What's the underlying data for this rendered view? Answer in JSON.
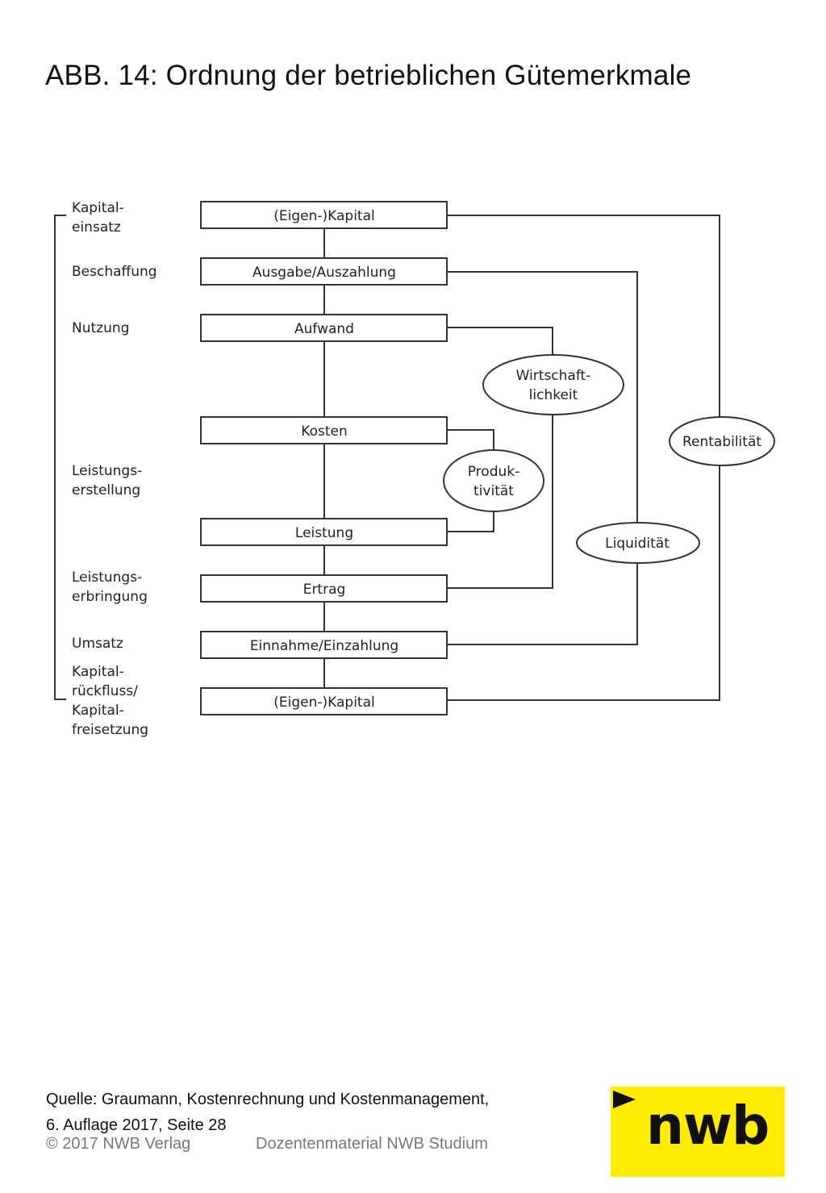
{
  "title": "ABB. 14: Ordnung der betrieblichen Gütemerkmale",
  "phases": [
    {
      "lines": [
        "Kapital-",
        "einsatz"
      ]
    },
    {
      "lines": [
        "Beschaffung"
      ]
    },
    {
      "lines": [
        "Nutzung"
      ]
    },
    {
      "lines": [
        "Leistungs-",
        "erstellung"
      ]
    },
    {
      "lines": [
        "Leistungs-",
        "erbringung"
      ]
    },
    {
      "lines": [
        "Umsatz"
      ]
    },
    {
      "lines": [
        "Kapital-",
        "rückfluss/",
        "Kapital-",
        "freisetzung"
      ]
    }
  ],
  "boxes": [
    "(Eigen-)Kapital",
    "Ausgabe/Auszahlung",
    "Aufwand",
    "Kosten",
    "Leistung",
    "Ertrag",
    "Einnahme/Einzahlung",
    "(Eigen-)Kapital"
  ],
  "indicators": [
    {
      "lines": [
        "Wirtschaft-",
        "lichkeit"
      ]
    },
    {
      "lines": [
        "Produk-",
        "tivität"
      ]
    },
    {
      "lines": [
        "Rentabilität"
      ]
    },
    {
      "lines": [
        "Liquidität"
      ]
    }
  ],
  "source": {
    "line1": "Quelle: Graumann, Kostenrechnung und Kostenmanagement,",
    "line2": "6. Auflage 2017, Seite 28"
  },
  "footer": {
    "copyright": "© 2017 NWB Verlag",
    "material": "Dozentenmaterial NWB Studium"
  },
  "logo": {
    "text": "nwb",
    "background": "#ffec00"
  }
}
